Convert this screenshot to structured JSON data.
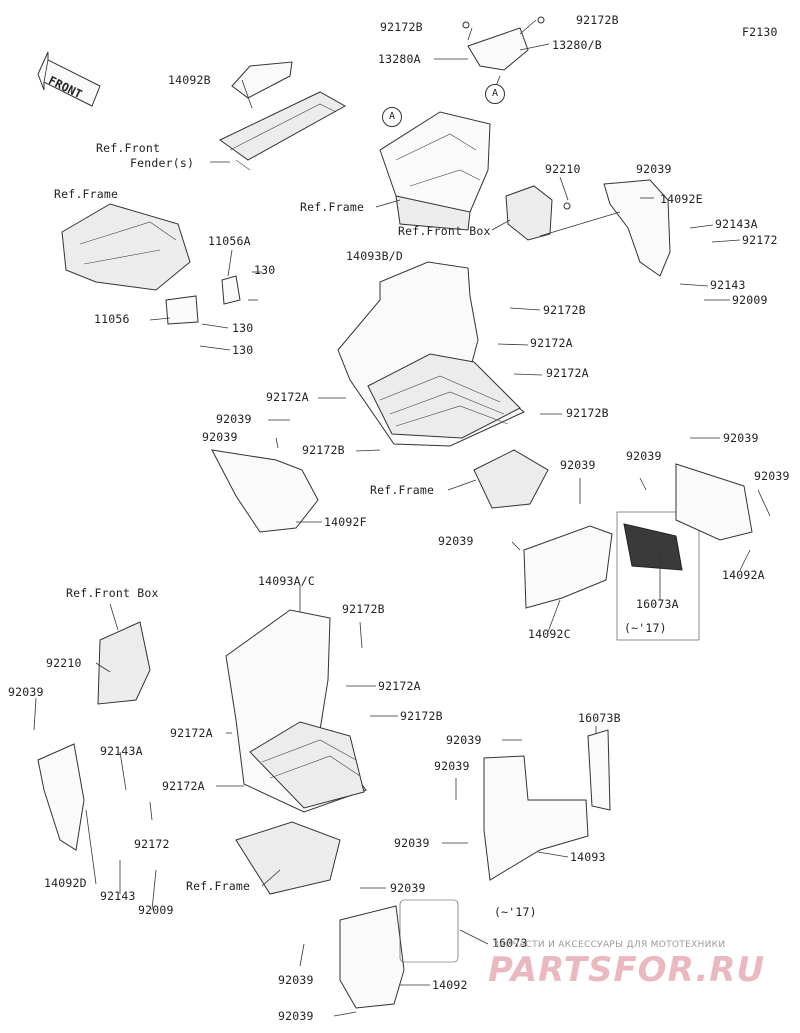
{
  "diagram_code": "F2130",
  "front_label": "FRONT",
  "circle_ref": "A",
  "watermark": {
    "tagline": "ЗАПЧАСТИ И АКСЕССУАРЫ ДЛЯ МОТОТЕХНИКИ",
    "logo": "PARTSFOR.RU"
  },
  "labels": {
    "p92172B_a": "92172B",
    "p92172B_b": "92172B",
    "p13280A": "13280A",
    "p13280B": "13280/B",
    "p14092B": "14092B",
    "ref_front_fender_1": "Ref.Front",
    "ref_front_fender_2": "Fender(s)",
    "ref_frame_top": "Ref.Frame",
    "ref_frame_left": "Ref.Frame",
    "p92210_top": "92210",
    "p92039_top": "92039",
    "p14092E": "14092E",
    "ref_front_box_top": "Ref.Front Box",
    "p92143A_top": "92143A",
    "p92172_top": "92172",
    "p92143_top": "92143",
    "p92009_top": "92009",
    "p11056A": "11056A",
    "p130_a": "130",
    "p11056": "11056",
    "p130_b": "130",
    "p130_c": "130",
    "p14093BD": "14093B/D",
    "p92172B_c": "92172B",
    "p92172A_a": "92172A",
    "p92172A_b": "92172A",
    "p92172A_c": "92172A",
    "p92172B_d": "92172B",
    "p92039_a": "92039",
    "p92039_b": "92039",
    "p92172B_e": "92172B",
    "p14092F": "14092F",
    "ref_frame_mid": "Ref.Frame",
    "p92039_c": "92039",
    "p92039_d": "92039",
    "p92039_e": "92039",
    "p92039_f": "92039",
    "p14092A": "14092A",
    "p16073A": "16073A",
    "note_17_a": "(~'17)",
    "p14092C": "14092C",
    "ref_front_box_left": "Ref.Front Box",
    "p14093AC": "14093A/C",
    "p92172B_f": "92172B",
    "p92172A_d": "92172A",
    "p92172B_g": "92172B",
    "p92172A_e": "92172A",
    "p92172A_f": "92172A",
    "p92210_left": "92210",
    "p92039_g": "92039",
    "p92143A_left": "92143A",
    "p92172_left": "92172",
    "p14092D": "14092D",
    "p92143_left": "92143",
    "p92009_left": "92009",
    "ref_frame_bottom": "Ref.Frame",
    "p92039_h": "92039",
    "p92039_i": "92039",
    "p16073B": "16073B",
    "p92039_j": "92039",
    "p14093": "14093",
    "p92039_k": "92039",
    "note_17_b": "(~'17)",
    "p16073": "16073",
    "p92039_l": "92039",
    "p14092": "14092",
    "p92039_m": "92039"
  }
}
